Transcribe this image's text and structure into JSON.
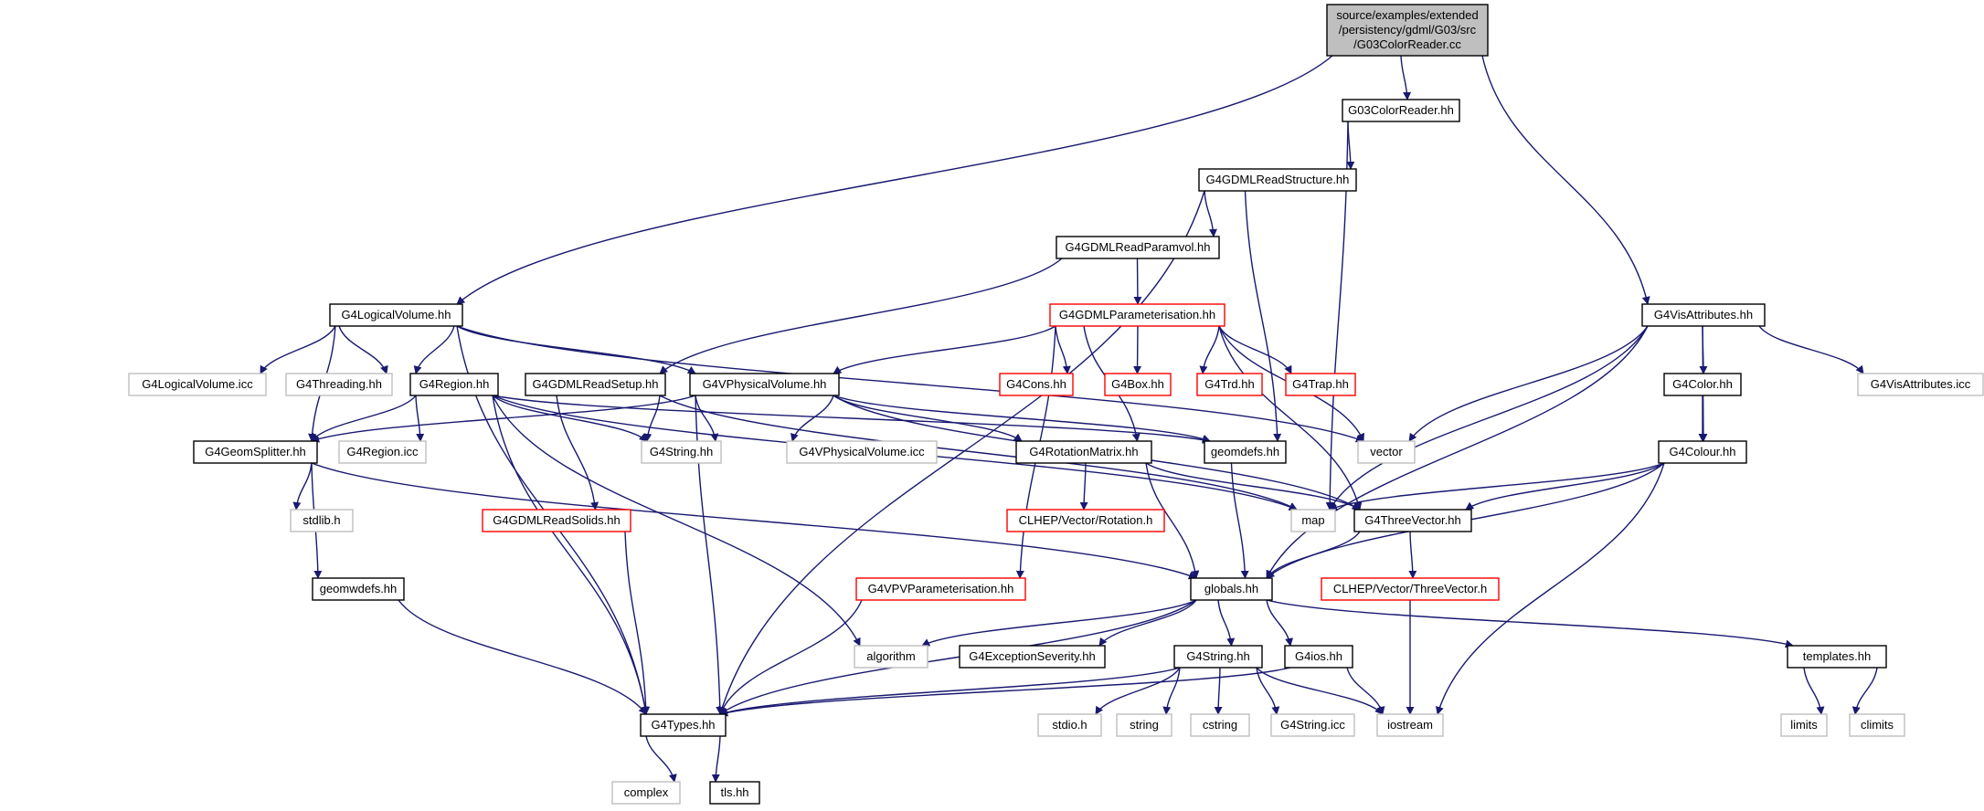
{
  "colors": {
    "edge": "#191970",
    "root_fill": "#bfbfbf",
    "normal_border": "#000000",
    "truncated_border": "#ff0000",
    "external_border": "#bfbfbf"
  },
  "nodes": {
    "root": {
      "lines": [
        "source/examples/extended",
        "/persistency/gdml/G03/src",
        "/G03ColorReader.cc"
      ],
      "kind": "root"
    },
    "g03colorreader_hh": {
      "lines": [
        "G03ColorReader.hh"
      ],
      "kind": "normal"
    },
    "g4gdmlreadstructure_hh": {
      "lines": [
        "G4GDMLReadStructure.hh"
      ],
      "kind": "normal"
    },
    "g4gdmlreadparamvol_hh": {
      "lines": [
        "G4GDMLReadParamvol.hh"
      ],
      "kind": "normal"
    },
    "g4gdmlparameterisation_hh": {
      "lines": [
        "G4GDMLParameterisation.hh"
      ],
      "kind": "truncated"
    },
    "g4logicalvolume_hh": {
      "lines": [
        "G4LogicalVolume.hh"
      ],
      "kind": "normal"
    },
    "g4visattributes_hh": {
      "lines": [
        "G4VisAttributes.hh"
      ],
      "kind": "normal"
    },
    "g4logicalvolume_icc": {
      "lines": [
        "G4LogicalVolume.icc"
      ],
      "kind": "external"
    },
    "g4threading_hh": {
      "lines": [
        "G4Threading.hh"
      ],
      "kind": "external"
    },
    "g4region_hh": {
      "lines": [
        "G4Region.hh"
      ],
      "kind": "normal"
    },
    "g4gdmlreadsetup_hh": {
      "lines": [
        "G4GDMLReadSetup.hh"
      ],
      "kind": "normal"
    },
    "g4vphysicalvolume_hh": {
      "lines": [
        "G4VPhysicalVolume.hh"
      ],
      "kind": "normal"
    },
    "g4cons_hh": {
      "lines": [
        "G4Cons.hh"
      ],
      "kind": "truncated"
    },
    "g4box_hh": {
      "lines": [
        "G4Box.hh"
      ],
      "kind": "truncated"
    },
    "g4trd_hh": {
      "lines": [
        "G4Trd.hh"
      ],
      "kind": "truncated"
    },
    "g4trap_hh": {
      "lines": [
        "G4Trap.hh"
      ],
      "kind": "truncated"
    },
    "g4color_hh": {
      "lines": [
        "G4Color.hh"
      ],
      "kind": "normal"
    },
    "g4visattributes_icc": {
      "lines": [
        "G4VisAttributes.icc"
      ],
      "kind": "external"
    },
    "g4geomsplitter_hh": {
      "lines": [
        "G4GeomSplitter.hh"
      ],
      "kind": "normal"
    },
    "g4region_icc": {
      "lines": [
        "G4Region.icc"
      ],
      "kind": "external"
    },
    "g4string_hh_ext": {
      "lines": [
        "G4String.hh"
      ],
      "kind": "external"
    },
    "g4vphysicalvolume_icc": {
      "lines": [
        "G4VPhysicalVolume.icc"
      ],
      "kind": "external"
    },
    "g4rotationmatrix_hh": {
      "lines": [
        "G4RotationMatrix.hh"
      ],
      "kind": "normal"
    },
    "geomdefs_hh": {
      "lines": [
        "geomdefs.hh"
      ],
      "kind": "normal"
    },
    "vector": {
      "lines": [
        "vector"
      ],
      "kind": "external"
    },
    "g4colour_hh": {
      "lines": [
        "G4Colour.hh"
      ],
      "kind": "normal"
    },
    "stdlib_h": {
      "lines": [
        "stdlib.h"
      ],
      "kind": "external"
    },
    "g4gdmlreadsolids_hh": {
      "lines": [
        "G4GDMLReadSolids.hh"
      ],
      "kind": "truncated"
    },
    "clhep_rotation_h": {
      "lines": [
        "CLHEP/Vector/Rotation.h"
      ],
      "kind": "truncated"
    },
    "map": {
      "lines": [
        "map"
      ],
      "kind": "external"
    },
    "g4threevector_hh": {
      "lines": [
        "G4ThreeVector.hh"
      ],
      "kind": "normal"
    },
    "geomwdefs_hh": {
      "lines": [
        "geomwdefs.hh"
      ],
      "kind": "normal"
    },
    "g4vpvparameterisation_hh": {
      "lines": [
        "G4VPVParameterisation.hh"
      ],
      "kind": "truncated"
    },
    "globals_hh": {
      "lines": [
        "globals.hh"
      ],
      "kind": "normal"
    },
    "clhep_threevector_h": {
      "lines": [
        "CLHEP/Vector/ThreeVector.h"
      ],
      "kind": "truncated"
    },
    "algorithm": {
      "lines": [
        "algorithm"
      ],
      "kind": "external"
    },
    "g4exceptionseverity_hh": {
      "lines": [
        "G4ExceptionSeverity.hh"
      ],
      "kind": "normal"
    },
    "g4string_hh": {
      "lines": [
        "G4String.hh"
      ],
      "kind": "normal"
    },
    "g4ios_hh": {
      "lines": [
        "G4ios.hh"
      ],
      "kind": "normal"
    },
    "templates_hh": {
      "lines": [
        "templates.hh"
      ],
      "kind": "normal"
    },
    "g4types_hh": {
      "lines": [
        "G4Types.hh"
      ],
      "kind": "normal"
    },
    "stdio_h": {
      "lines": [
        "stdio.h"
      ],
      "kind": "external"
    },
    "string": {
      "lines": [
        "string"
      ],
      "kind": "external"
    },
    "cstring": {
      "lines": [
        "cstring"
      ],
      "kind": "external"
    },
    "g4string_icc": {
      "lines": [
        "G4String.icc"
      ],
      "kind": "external"
    },
    "iostream": {
      "lines": [
        "iostream"
      ],
      "kind": "external"
    },
    "limits": {
      "lines": [
        "limits"
      ],
      "kind": "external"
    },
    "climits": {
      "lines": [
        "climits"
      ],
      "kind": "external"
    },
    "complex": {
      "lines": [
        "complex"
      ],
      "kind": "external"
    },
    "tls_hh": {
      "lines": [
        "tls.hh"
      ],
      "kind": "normal"
    }
  },
  "edges": [
    [
      "root",
      "g03colorreader_hh"
    ],
    [
      "root",
      "g4logicalvolume_hh"
    ],
    [
      "root",
      "g4visattributes_hh"
    ],
    [
      "g03colorreader_hh",
      "g4gdmlreadstructure_hh"
    ],
    [
      "g03colorreader_hh",
      "map"
    ],
    [
      "g4gdmlreadstructure_hh",
      "g4gdmlreadparamvol_hh"
    ],
    [
      "g4gdmlreadstructure_hh",
      "geomdefs_hh"
    ],
    [
      "g4gdmlreadstructure_hh",
      "g4types_hh"
    ],
    [
      "g4gdmlreadparamvol_hh",
      "g4gdmlparameterisation_hh"
    ],
    [
      "g4gdmlreadparamvol_hh",
      "g4gdmlreadsetup_hh"
    ],
    [
      "g4gdmlparameterisation_hh",
      "g4vphysicalvolume_hh"
    ],
    [
      "g4gdmlparameterisation_hh",
      "g4cons_hh"
    ],
    [
      "g4gdmlparameterisation_hh",
      "g4box_hh"
    ],
    [
      "g4gdmlparameterisation_hh",
      "g4trd_hh"
    ],
    [
      "g4gdmlparameterisation_hh",
      "g4trap_hh"
    ],
    [
      "g4gdmlparameterisation_hh",
      "g4rotationmatrix_hh"
    ],
    [
      "g4gdmlparameterisation_hh",
      "g4vpvparameterisation_hh"
    ],
    [
      "g4gdmlparameterisation_hh",
      "vector"
    ],
    [
      "g4gdmlparameterisation_hh",
      "g4threevector_hh"
    ],
    [
      "g4logicalvolume_hh",
      "g4logicalvolume_icc"
    ],
    [
      "g4logicalvolume_hh",
      "g4threading_hh"
    ],
    [
      "g4logicalvolume_hh",
      "g4region_hh"
    ],
    [
      "g4logicalvolume_hh",
      "g4vphysicalvolume_hh"
    ],
    [
      "g4logicalvolume_hh",
      "g4geomsplitter_hh"
    ],
    [
      "g4logicalvolume_hh",
      "g4types_hh"
    ],
    [
      "g4logicalvolume_hh",
      "vector"
    ],
    [
      "g4visattributes_hh",
      "g4color_hh"
    ],
    [
      "g4visattributes_hh",
      "g4visattributes_icc"
    ],
    [
      "g4visattributes_hh",
      "vector"
    ],
    [
      "g4visattributes_hh",
      "map"
    ],
    [
      "g4visattributes_hh",
      "g4colour_hh"
    ],
    [
      "g4visattributes_hh",
      "globals_hh"
    ],
    [
      "g4region_hh",
      "g4geomsplitter_hh"
    ],
    [
      "g4region_hh",
      "g4region_icc"
    ],
    [
      "g4region_hh",
      "g4string_hh_ext"
    ],
    [
      "g4region_hh",
      "geomdefs_hh"
    ],
    [
      "g4region_hh",
      "map"
    ],
    [
      "g4region_hh",
      "algorithm"
    ],
    [
      "g4region_hh",
      "g4types_hh"
    ],
    [
      "g4gdmlreadsetup_hh",
      "g4gdmlreadsolids_hh"
    ],
    [
      "g4gdmlreadsetup_hh",
      "g4string_hh_ext"
    ],
    [
      "g4gdmlreadsetup_hh",
      "map"
    ],
    [
      "g4vphysicalvolume_hh",
      "g4geomsplitter_hh"
    ],
    [
      "g4vphysicalvolume_hh",
      "g4string_hh_ext"
    ],
    [
      "g4vphysicalvolume_hh",
      "g4vphysicalvolume_icc"
    ],
    [
      "g4vphysicalvolume_hh",
      "g4rotationmatrix_hh"
    ],
    [
      "g4vphysicalvolume_hh",
      "geomdefs_hh"
    ],
    [
      "g4vphysicalvolume_hh",
      "g4threevector_hh"
    ],
    [
      "g4vphysicalvolume_hh",
      "g4types_hh"
    ],
    [
      "g4color_hh",
      "g4colour_hh"
    ],
    [
      "g4geomsplitter_hh",
      "stdlib_h"
    ],
    [
      "g4geomsplitter_hh",
      "geomwdefs_hh"
    ],
    [
      "g4geomsplitter_hh",
      "globals_hh"
    ],
    [
      "g4rotationmatrix_hh",
      "clhep_rotation_h"
    ],
    [
      "g4rotationmatrix_hh",
      "globals_hh"
    ],
    [
      "g4rotationmatrix_hh",
      "g4threevector_hh"
    ],
    [
      "geomdefs_hh",
      "globals_hh"
    ],
    [
      "g4colour_hh",
      "map"
    ],
    [
      "g4colour_hh",
      "g4threevector_hh"
    ],
    [
      "g4colour_hh",
      "globals_hh"
    ],
    [
      "g4colour_hh",
      "iostream"
    ],
    [
      "g4gdmlreadsolids_hh",
      "g4types_hh"
    ],
    [
      "g4threevector_hh",
      "clhep_threevector_h"
    ],
    [
      "g4threevector_hh",
      "globals_hh"
    ],
    [
      "geomwdefs_hh",
      "g4types_hh"
    ],
    [
      "g4vpvparameterisation_hh",
      "g4types_hh"
    ],
    [
      "globals_hh",
      "algorithm"
    ],
    [
      "globals_hh",
      "g4exceptionseverity_hh"
    ],
    [
      "globals_hh",
      "g4string_hh"
    ],
    [
      "globals_hh",
      "g4ios_hh"
    ],
    [
      "globals_hh",
      "templates_hh"
    ],
    [
      "globals_hh",
      "g4types_hh"
    ],
    [
      "clhep_threevector_h",
      "iostream"
    ],
    [
      "g4string_hh",
      "g4types_hh"
    ],
    [
      "g4string_hh",
      "stdio_h"
    ],
    [
      "g4string_hh",
      "string"
    ],
    [
      "g4string_hh",
      "cstring"
    ],
    [
      "g4string_hh",
      "g4string_icc"
    ],
    [
      "g4string_hh",
      "iostream"
    ],
    [
      "g4ios_hh",
      "g4types_hh"
    ],
    [
      "g4ios_hh",
      "iostream"
    ],
    [
      "templates_hh",
      "limits"
    ],
    [
      "templates_hh",
      "climits"
    ],
    [
      "g4types_hh",
      "complex"
    ],
    [
      "g4types_hh",
      "tls_hh"
    ]
  ]
}
